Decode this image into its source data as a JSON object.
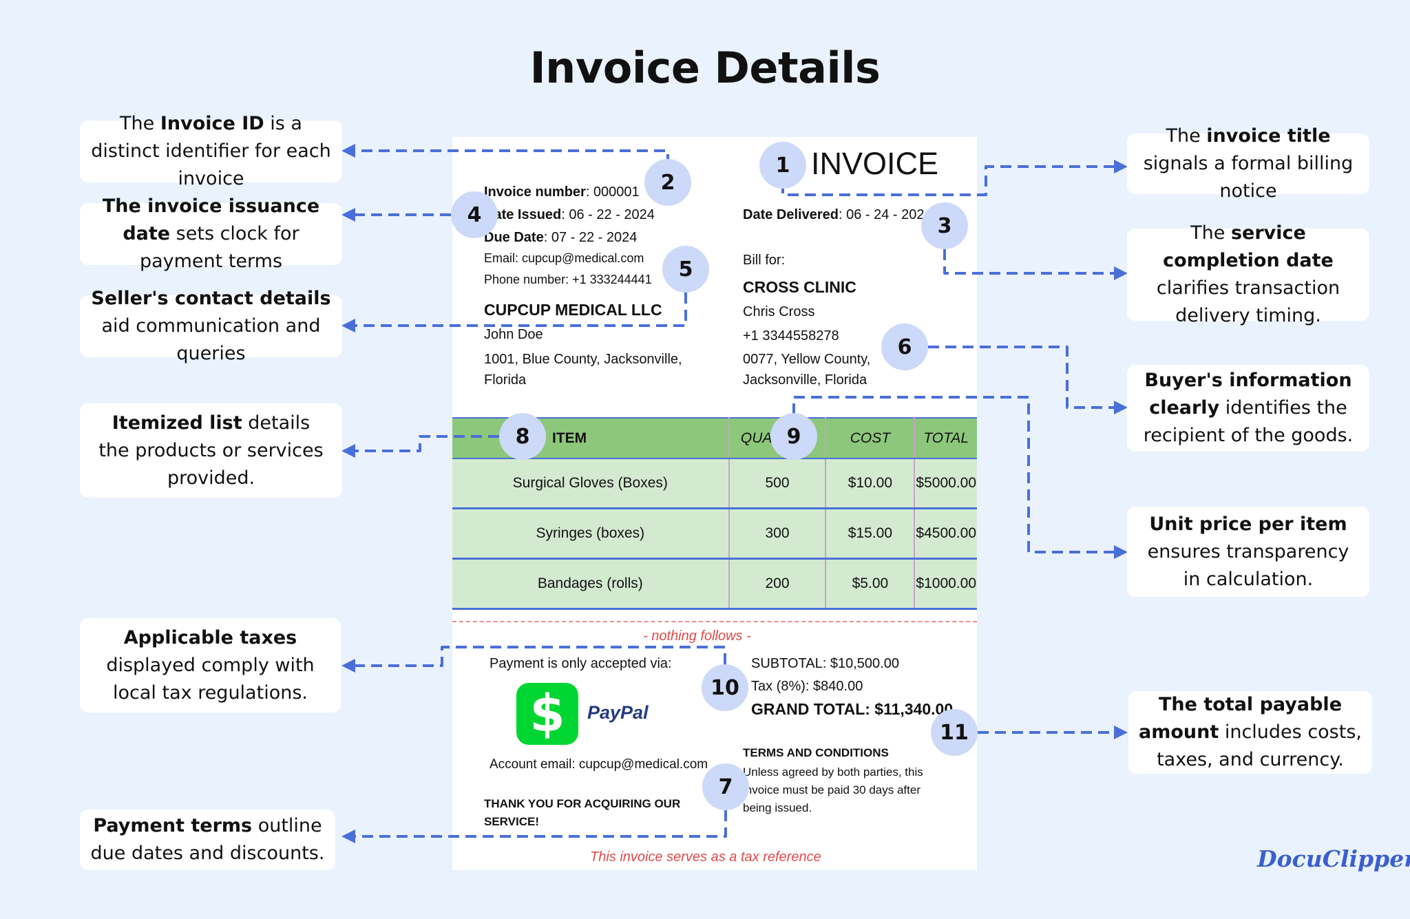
{
  "title": "Invoice Details",
  "colors": {
    "background": "#eaf2fd",
    "accent": "#4a6fd8",
    "badge": "#cdd9f8",
    "table_header": "#8dc77b",
    "table_row": "#d3ead0",
    "cashapp": "#00d632",
    "paypal": "#253b80",
    "brand": "#3b5fd0"
  },
  "callouts": {
    "c1": {
      "b": "The ",
      "bold": "invoice title",
      "a": " signals a formal billing notice"
    },
    "c2": {
      "b": "The ",
      "bold": "Invoice ID",
      "a": " is a distinct identifier for each invoice"
    },
    "c3": {
      "b": "The ",
      "bold": "service completion date",
      "a": " clarifies transaction delivery timing."
    },
    "c4": {
      "b": "",
      "bold": "The invoice issuance date",
      "a": " sets clock for payment terms"
    },
    "c5": {
      "b": "",
      "bold": "Seller's contact details",
      "a": " aid communication and queries"
    },
    "c6": {
      "b": "",
      "bold": "Buyer's information clearly",
      "a": " identifies the recipient of the goods."
    },
    "c7": {
      "b": "",
      "bold": "Payment terms",
      "a": " outline due dates and discounts."
    },
    "c8": {
      "b": "",
      "bold": "Itemized list",
      "a": " details the products or services provided."
    },
    "c9": {
      "b": "",
      "bold": "Unit price per item",
      "a": " ensures transparency in calculation."
    },
    "c10": {
      "b": "",
      "bold": "Applicable taxes",
      "a": " displayed comply with local tax regulations."
    },
    "c11": {
      "b": "",
      "bold": "The total payable amount",
      "a": " includes costs, taxes, and currency."
    }
  },
  "badges": [
    "1",
    "2",
    "3",
    "4",
    "5",
    "6",
    "7",
    "8",
    "9",
    "10",
    "11"
  ],
  "invoice": {
    "heading": "INVOICE",
    "number_label": "Invoice number",
    "number_value": ": 000001",
    "issued_label": "Date Issued",
    "issued_value": ": 06 - 22 - 2024",
    "due_label": "Due Date",
    "due_value": ": 07 - 22 - 2024",
    "delivered_label": "Date Delivered",
    "delivered_value": ": 06 - 24 - 2024",
    "email": "Email: cupcup@medical.com",
    "phone": "Phone number: +1 333244441",
    "seller_name": "CUPCUP MEDICAL LLC",
    "seller_contact": "John Doe",
    "seller_addr1": "1001, Blue County, Jacksonville,",
    "seller_addr2": "Florida",
    "bill_for": "Bill for:",
    "buyer_name": "CROSS CLINIC",
    "buyer_contact": "Chris Cross",
    "buyer_phone": "+1 3344558278",
    "buyer_addr1": "0077, Yellow County,",
    "buyer_addr2": "Jacksonville, Florida",
    "table": {
      "headers": [
        "ITEM",
        "QUANTITY",
        "COST",
        "TOTAL"
      ],
      "rows": [
        [
          "Surgical Gloves (Boxes)",
          "500",
          "$10.00",
          "$5000.00"
        ],
        [
          "Syringes (boxes)",
          "300",
          "$15.00",
          "$4500.00"
        ],
        [
          "Bandages (rolls)",
          "200",
          "$5.00",
          "$1000.00"
        ]
      ]
    },
    "nothing_follows": "- nothing follows -",
    "payment_note": "Payment is only accepted via:",
    "cashapp_symbol": "$",
    "paypal_text": "PayPal",
    "account_email": "Account email: cupcup@medical.com",
    "thanks1": "THANK YOU FOR ACQUIRING OUR",
    "thanks2": "SERVICE!",
    "subtotal": "SUBTOTAL: $10,500.00",
    "tax": "Tax (8%): $840.00",
    "grand_total": "GRAND TOTAL: $11,340.00",
    "terms_title": "TERMS AND CONDITIONS",
    "terms1": "Unless agreed by both parties, this",
    "terms2": "invoice must be paid 30 days after",
    "terms3": "being issued.",
    "tax_reference": "This invoice serves as a tax reference"
  },
  "brand": "DocuClipper"
}
